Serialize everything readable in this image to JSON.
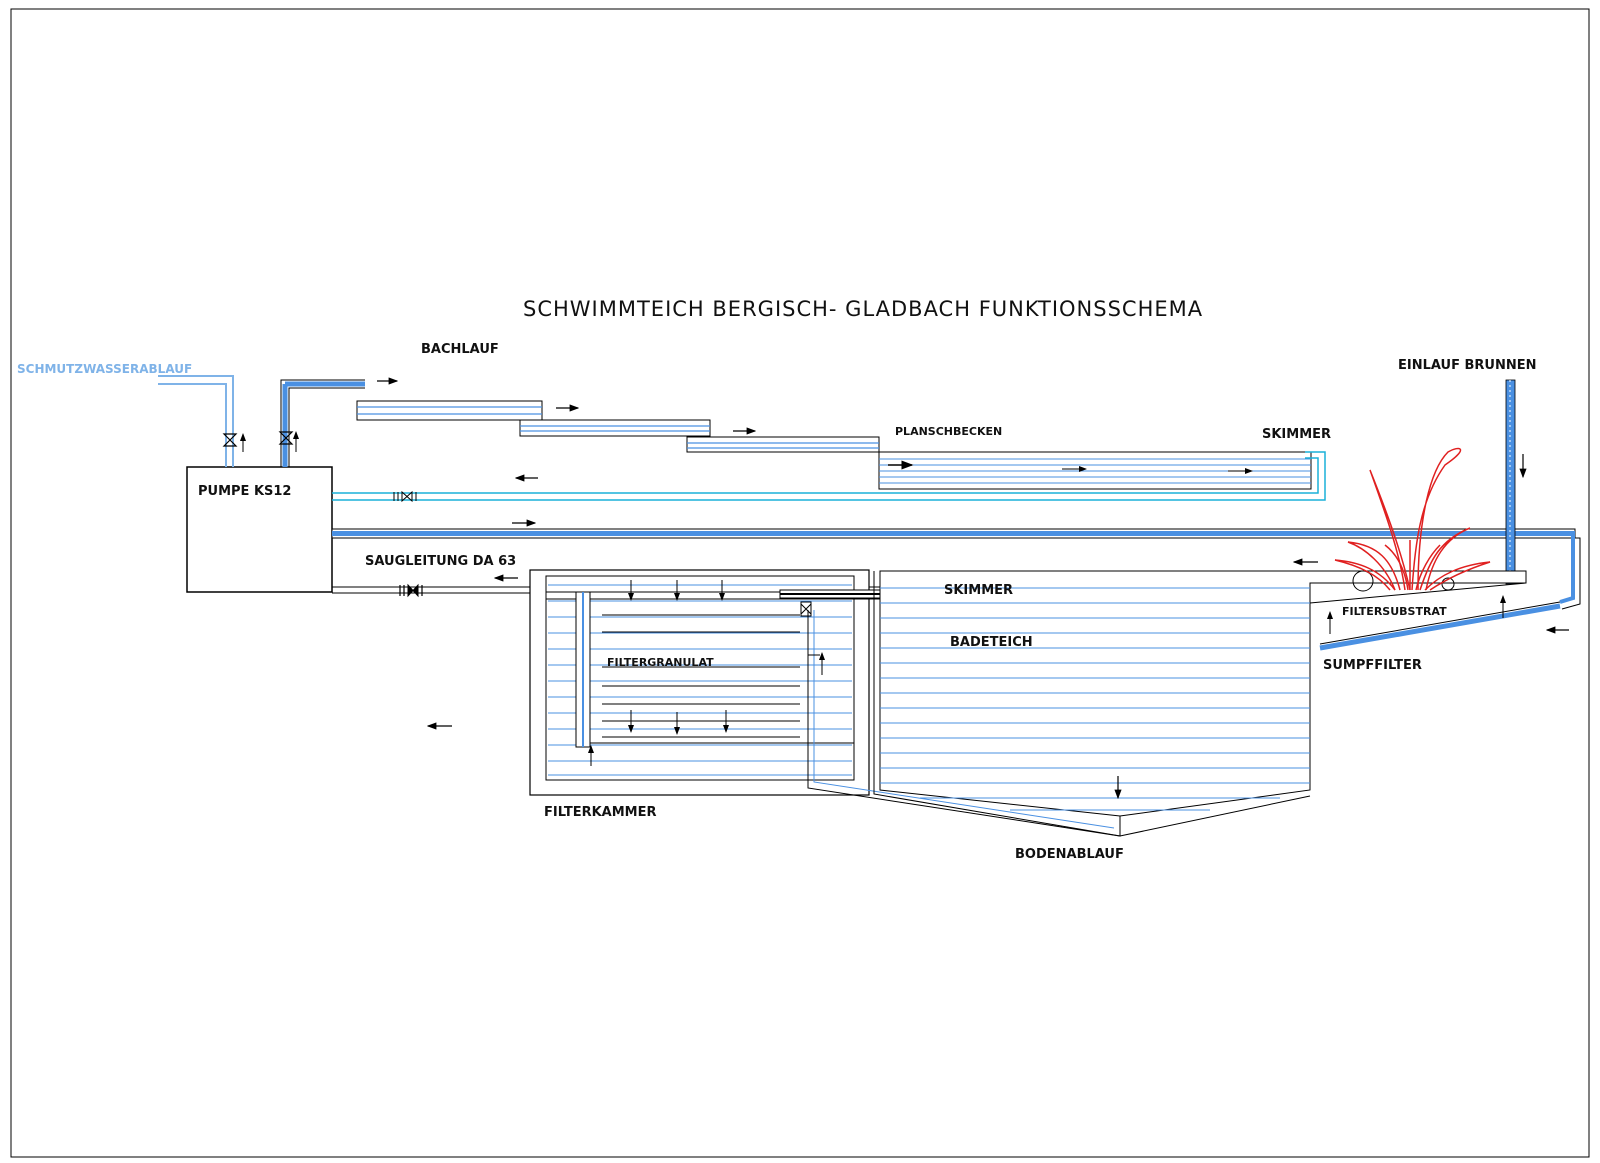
{
  "title": "SCHWIMMTEICH BERGISCH- GLADBACH FUNKTIONSSCHEMA",
  "labels": {
    "schmutzwasser": "SCHMUTZWASSERABLAUF",
    "bachlauf": "BACHLAUF",
    "pumpe": "PUMPE KS12",
    "saugleitung": "SAUGLEITUNG DA 63",
    "planschbecken": "PLANSCHBECKEN",
    "skimmer_top": "SKIMMER",
    "einlauf": "EINLAUF BRUNNEN",
    "skimmer_mid": "SKIMMER",
    "filtersubstrat": "FILTERSUBSTRAT",
    "badeteich": "BADETEICH",
    "filtergranulat": "FILTERGRANULAT",
    "sumpffilter": "SUMPFFILTER",
    "filterkammer": "FILTERKAMMER",
    "bodenablauf": "BODENABLAUF"
  },
  "colors": {
    "water": "#4a90e2",
    "water_light": "#7fb3e8",
    "cyan": "#1ab0d8",
    "plant": "#e02020",
    "line": "#000000"
  }
}
